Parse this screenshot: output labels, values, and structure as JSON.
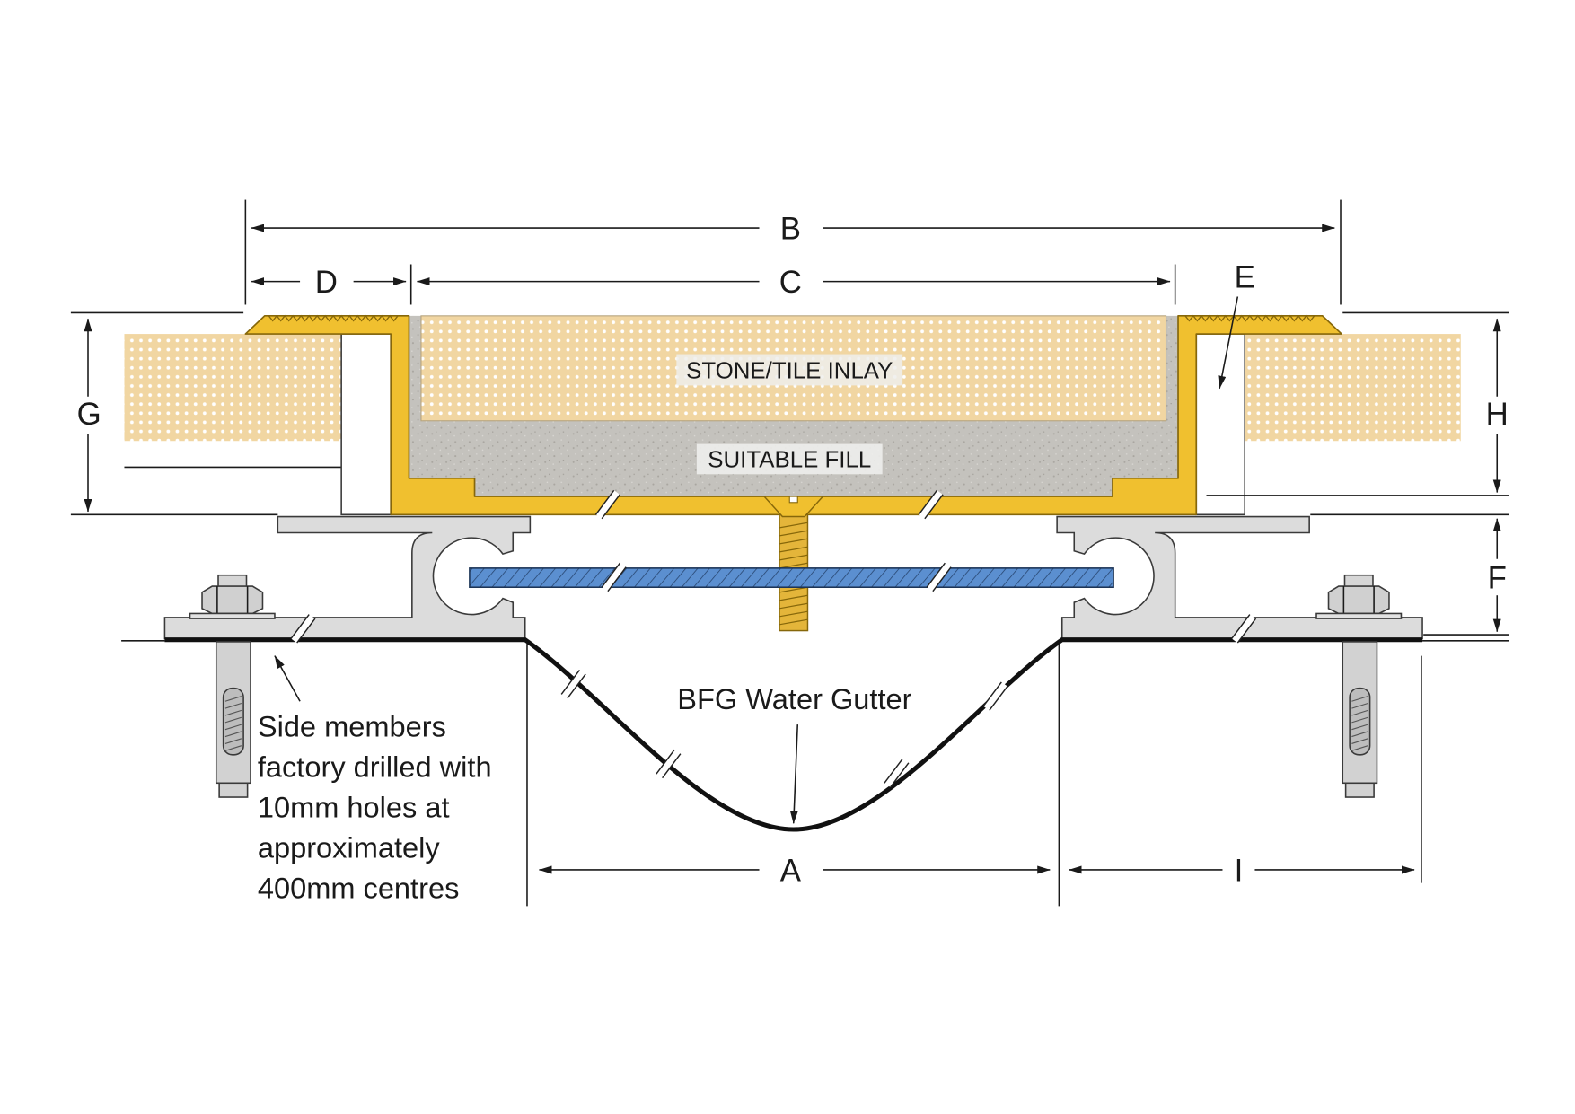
{
  "dimension_labels": {
    "a": "A",
    "b": "B",
    "c": "C",
    "d": "D",
    "e": "E",
    "f": "F",
    "g": "G",
    "h": "H",
    "i": "I"
  },
  "materials": {
    "inlay": "STONE/TILE INLAY",
    "fill": "SUITABLE FILL"
  },
  "callouts": {
    "gutter": "BFG Water Gutter",
    "side_members": [
      "Side members",
      "factory drilled with",
      "10mm holes at",
      "approximately",
      "400mm centres"
    ]
  },
  "colors": {
    "brass": "#f0c02f",
    "brass_edge": "#86670a",
    "aluminium": "#dcdcdc",
    "cover_plate": "#5b8fd0",
    "gutter": "#111111",
    "fill": "#c4c2bd",
    "label_box": "#eeeeec"
  }
}
